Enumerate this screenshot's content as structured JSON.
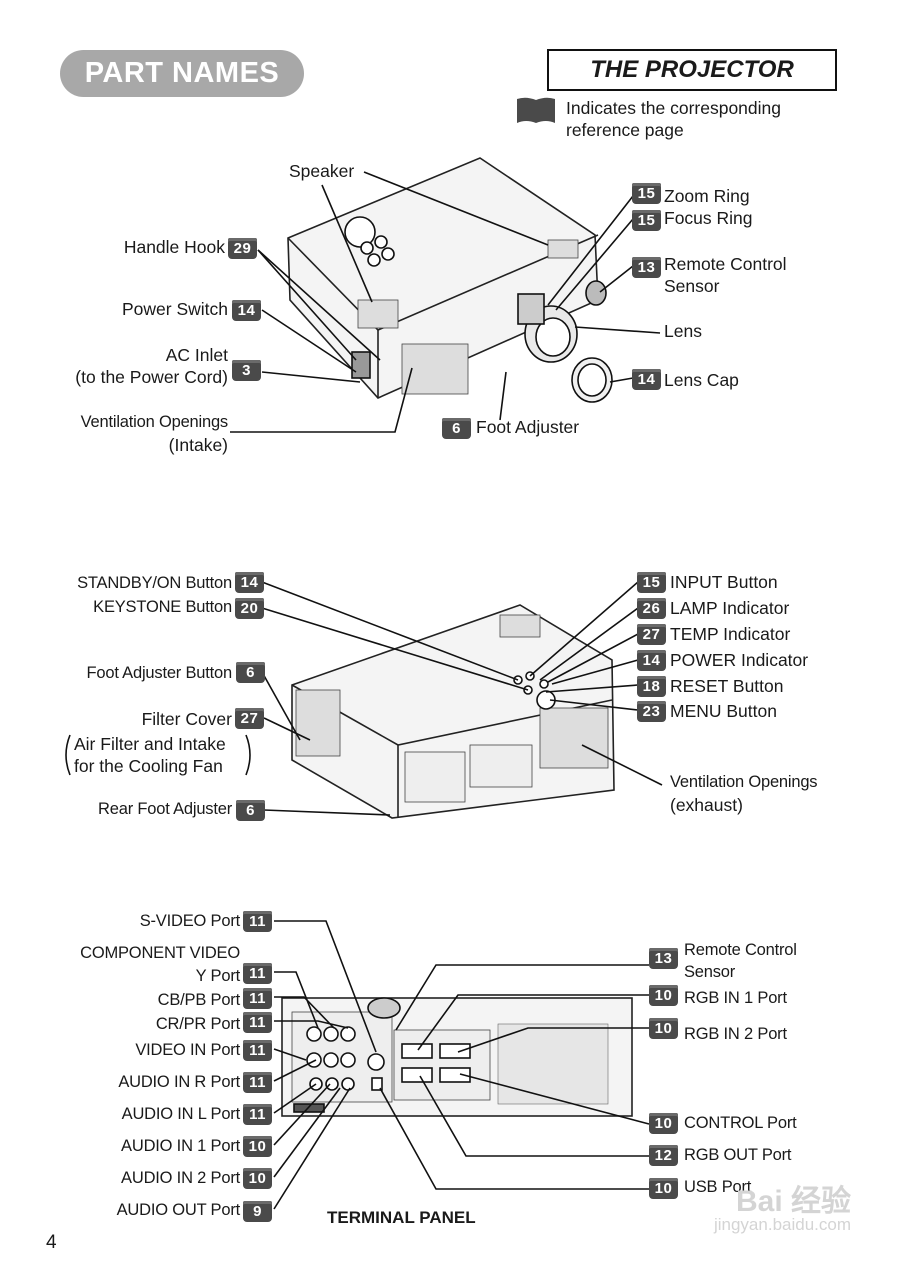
{
  "header": {
    "section_title": "PART NAMES",
    "box_title": "THE PROJECTOR",
    "legend_line1": "Indicates the corresponding",
    "legend_line2": "reference page"
  },
  "top_labels": {
    "speaker": "Speaker",
    "handle_hook": "Handle Hook",
    "handle_hook_page": "29",
    "power_switch": "Power Switch",
    "power_switch_page": "14",
    "ac_inlet_1": "AC Inlet",
    "ac_inlet_2": "(to the Power Cord)",
    "ac_inlet_page": "3",
    "vent_intake_1": "Ventilation Openings",
    "vent_intake_2": "(Intake)",
    "foot_adjuster": "Foot Adjuster",
    "foot_adjuster_page": "6",
    "zoom_ring": "Zoom Ring",
    "zoom_ring_page": "15",
    "focus_ring": "Focus Ring",
    "focus_ring_page": "15",
    "remote_sensor_1": "Remote Control",
    "remote_sensor_2": "Sensor",
    "remote_sensor_page": "13",
    "lens": "Lens",
    "lens_cap": "Lens Cap",
    "lens_cap_page": "14"
  },
  "mid_labels": {
    "standby": "STANDBY/ON Button",
    "standby_page": "14",
    "keystone": "KEYSTONE Button",
    "keystone_page": "20",
    "foot_btn": "Foot Adjuster Button",
    "foot_btn_page": "6",
    "filter_cover": "Filter Cover",
    "filter_cover_page": "27",
    "air_filter_1": "Air Filter and Intake",
    "air_filter_2": "for the Cooling Fan",
    "rear_foot": "Rear Foot Adjuster",
    "rear_foot_page": "6",
    "input_btn": "INPUT Button",
    "input_btn_page": "15",
    "lamp": "LAMP Indicator",
    "lamp_page": "26",
    "temp": "TEMP Indicator",
    "temp_page": "27",
    "power_ind": "POWER Indicator",
    "power_ind_page": "14",
    "reset": "RESET Button",
    "reset_page": "18",
    "menu": "MENU Button",
    "menu_page": "23",
    "vent_exhaust_1": "Ventilation Openings",
    "vent_exhaust_2": "(exhaust)"
  },
  "bottom_labels": {
    "svideo": "S-VIDEO Port",
    "svideo_page": "11",
    "component_1": "COMPONENT VIDEO",
    "component_y": "Y Port",
    "component_y_page": "11",
    "cb": "CB/PB Port",
    "cb_page": "11",
    "cr": "CR/PR Port",
    "cr_page": "11",
    "video_in": "VIDEO IN Port",
    "video_in_page": "11",
    "audio_r": "AUDIO IN R Port",
    "audio_r_page": "11",
    "audio_l": "AUDIO IN L Port",
    "audio_l_page": "11",
    "audio_1": "AUDIO IN 1 Port",
    "audio_1_page": "10",
    "audio_2": "AUDIO IN 2 Port",
    "audio_2_page": "10",
    "audio_out": "AUDIO OUT Port",
    "audio_out_page": "9",
    "remote_1": "Remote Control",
    "remote_2": "Sensor",
    "remote_page": "13",
    "rgb1": "RGB IN 1 Port",
    "rgb1_page": "10",
    "rgb2": "RGB IN 2 Port",
    "rgb2_page": "10",
    "control": "CONTROL Port",
    "control_page": "10",
    "rgbout": "RGB OUT Port",
    "rgbout_page": "12",
    "usb": "USB Port",
    "usb_page": "10",
    "panel_caption": "TERMINAL PANEL"
  },
  "footer": {
    "page_number": "4",
    "watermark_1": "Bai 经验",
    "watermark_2": "jingyan.baidu.com"
  }
}
